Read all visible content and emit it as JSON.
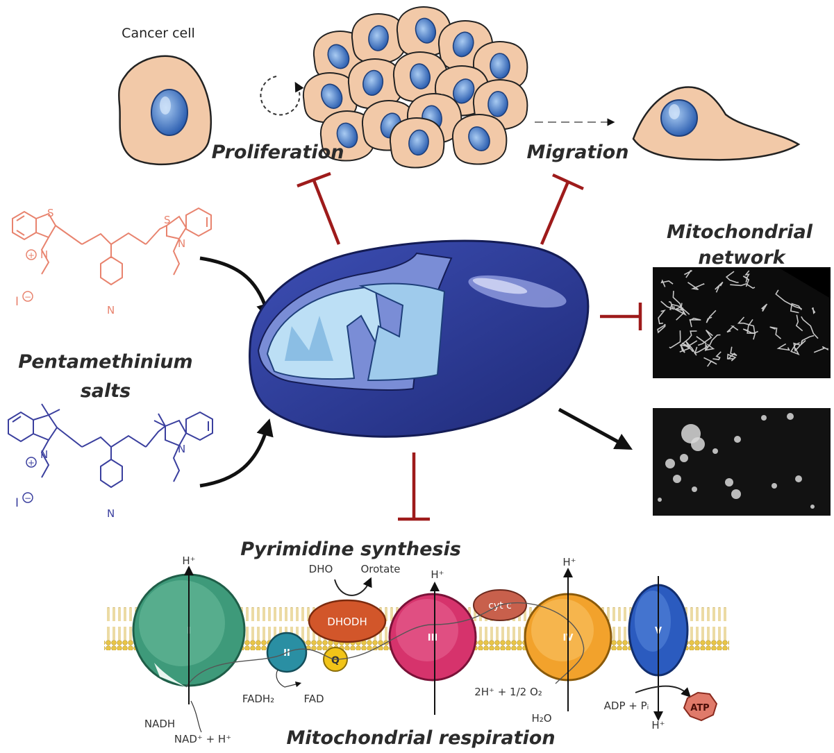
{
  "labels": {
    "cancer_cell": "Cancer cell",
    "proliferation": "Proliferation",
    "migration": "Migration",
    "mito_network_line1": "Mitochondrial",
    "mito_network_line2": "network",
    "pentamethinium_line1": "Pentamethinium",
    "pentamethinium_line2": "salts",
    "pyrimidine_synthesis": "Pyrimidine synthesis",
    "mitochondrial_respiration": "Mitochondrial respiration"
  },
  "chemistry": {
    "top": {
      "S_left": "S",
      "S_right": "S",
      "N_left": "N",
      "N_right": "N",
      "N_pyridine": "N",
      "iodide": "I",
      "charge": "+",
      "anion_charge": "−"
    },
    "bottom": {
      "N_left": "N",
      "N_right": "N",
      "N_pyridine": "N",
      "iodide": "I",
      "charge": "+",
      "anion_charge": "−"
    }
  },
  "respiration": {
    "complexes": {
      "I": "I",
      "II": "II",
      "III": "III",
      "IV": "IV",
      "V": "V"
    },
    "dhodh": "DHODH",
    "cytc": "cyt c",
    "q": "Q",
    "dho": "DHO",
    "orotate": "Orotate",
    "h_plus": "H⁺",
    "nadh": "NADH",
    "nad": "NAD⁺ + H⁺",
    "fadh2": "FADH₂",
    "fad": "FAD",
    "o2": "2H⁺ + 1/2 O₂",
    "h2o": "H₂O",
    "adp": "ADP + Pᵢ",
    "atp": "ATP"
  },
  "colors": {
    "inhibit": "#9e1b1b",
    "cell_fill": "#f2c9a8",
    "nucleus": "#3a72c4",
    "mito_outer": "#2c3a8e",
    "mito_inner": "#bcdff5",
    "salt_top": "#e8836e",
    "salt_bottom": "#3a3f9e",
    "complex_I": "#3e9a7a",
    "complex_II": "#2a8fa3",
    "complex_III": "#d6336c",
    "complex_IV": "#f2a22c",
    "complex_V": "#2b5bbf",
    "dhodh": "#d2562a",
    "cytc": "#c8604c",
    "membrane": "#e8c547"
  }
}
